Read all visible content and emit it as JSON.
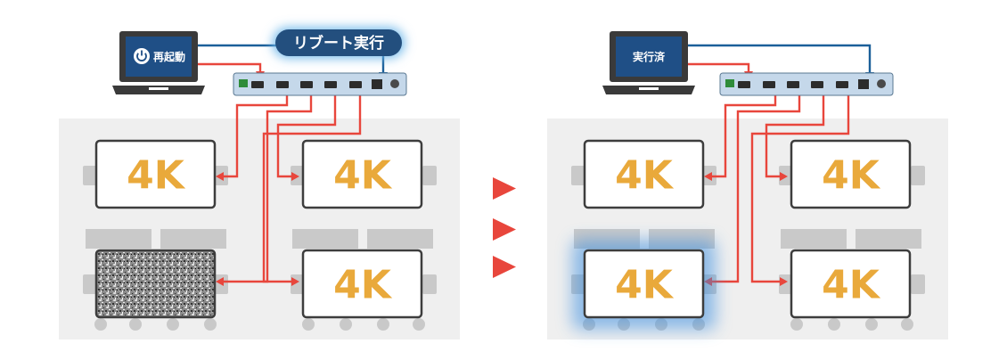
{
  "colors": {
    "room_floor": "#efefef",
    "furniture": "#c9c9c9",
    "cable": "#e8463c",
    "network": "#1b5f99",
    "laptop_body": "#3a3a3a",
    "laptop_screen": "#1f4f86",
    "reboot_pill": "#234f7e",
    "reboot_glow": "#6fb8ea",
    "switcher_body": "#c5d8ea",
    "display_frame": "#3d3d3d",
    "display_fill": "#ffffff",
    "label_4k": "#e9a93b",
    "arrow": "#e8463c",
    "noise": "#7d7d7d"
  },
  "left_panel": {
    "laptop_screen_label": "再起動",
    "laptop_icon": "power-icon",
    "reboot_label": "リブート実行",
    "displays": [
      {
        "label": "4K",
        "state": "normal"
      },
      {
        "label": "4K",
        "state": "normal"
      },
      {
        "label": "",
        "state": "noise"
      },
      {
        "label": "4K",
        "state": "normal"
      }
    ]
  },
  "right_panel": {
    "laptop_screen_label": "実行済",
    "displays": [
      {
        "label": "4K",
        "state": "normal"
      },
      {
        "label": "4K",
        "state": "normal"
      },
      {
        "label": "4K",
        "state": "restored"
      },
      {
        "label": "4K",
        "state": "normal"
      }
    ]
  },
  "transition_icon": "triple-play-arrow-icon"
}
